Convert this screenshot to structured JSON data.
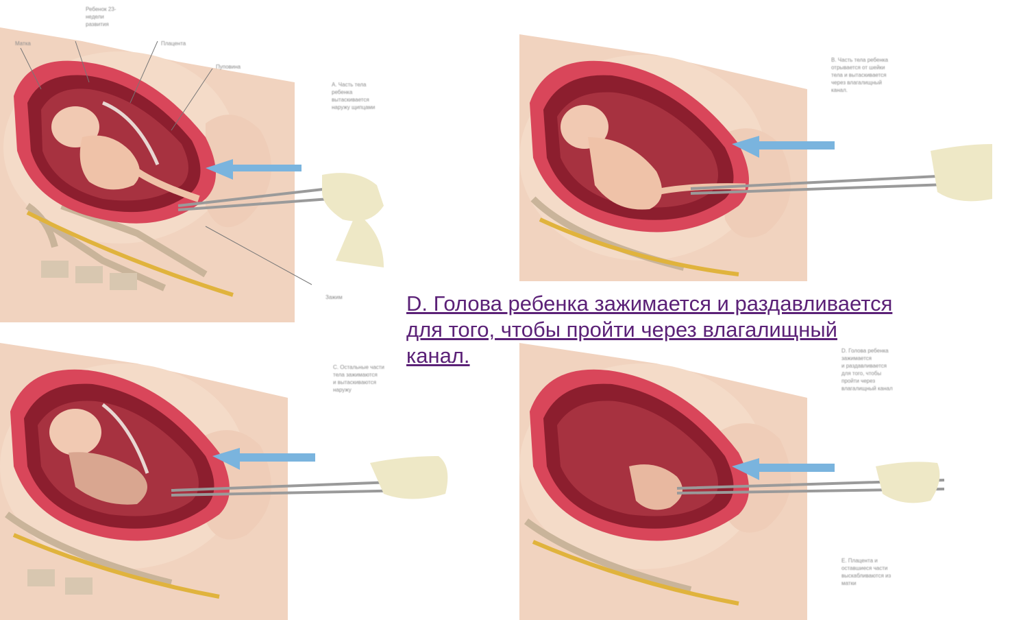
{
  "slide": {
    "caption": "D. Голова ребенка зажимается и раздавливается\nдля того, чтобы пройти через влагалищный\nканал.",
    "colors": {
      "link": "#5b2177",
      "uterus_wall": "#d9465a",
      "tissue": "#e8b8a0",
      "skin": "#f1d3bf",
      "glove": "#eee8c6",
      "arrow": "#7ab4de"
    }
  },
  "panels": [
    {
      "id": "A",
      "labels": [
        "Ребенок 23-\nнедели\nразвития",
        "Матка",
        "Плацента",
        "Пуповина",
        "Зажим"
      ],
      "note": "A. Часть тела ребенка\nвытаскивается\nнаружу щипцами"
    },
    {
      "id": "B",
      "note": "B. Часть тела ребенка\nотрывается от шейки\nтела и вытаскивается\nчерез влагалищный\nканал."
    },
    {
      "id": "C",
      "note": "C. Остальные части\nтела зажимаются\nи вытаскиваются\nнаружу"
    },
    {
      "id": "D",
      "note": "D. Голова ребенка\nзажимается\nи раздавливается\nдля того, чтобы\nпройти через\nвлагалищный канал",
      "note_e": "E. Плацента и\nоставшиеся части\nвыскабливаются из\nматки"
    }
  ]
}
